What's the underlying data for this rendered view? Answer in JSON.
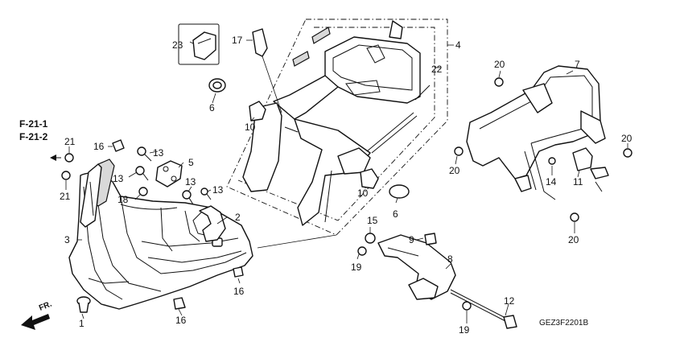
{
  "references": [
    "F-21-1",
    "F-21-2"
  ],
  "direction_label": "FR.",
  "diagram_code": "GEZ3F2201B",
  "callouts": {
    "c1": "1",
    "c2": "2",
    "c3": "3",
    "c4": "4",
    "c5": "5",
    "c6a": "6",
    "c6b": "6",
    "c7": "7",
    "c8": "8",
    "c9": "9",
    "c10a": "10",
    "c10b": "10",
    "c11": "11",
    "c12": "12",
    "c13a": "13",
    "c13b": "13",
    "c13c": "13",
    "c13d": "13",
    "c14": "14",
    "c15": "15",
    "c16a": "16",
    "c16b": "16",
    "c16c": "16",
    "c17": "17",
    "c18": "18",
    "c19a": "19",
    "c19b": "19",
    "c20a": "20",
    "c20b": "20",
    "c20c": "20",
    "c20d": "20",
    "c21a": "21",
    "c21b": "21",
    "c22": "22",
    "c23": "23"
  }
}
